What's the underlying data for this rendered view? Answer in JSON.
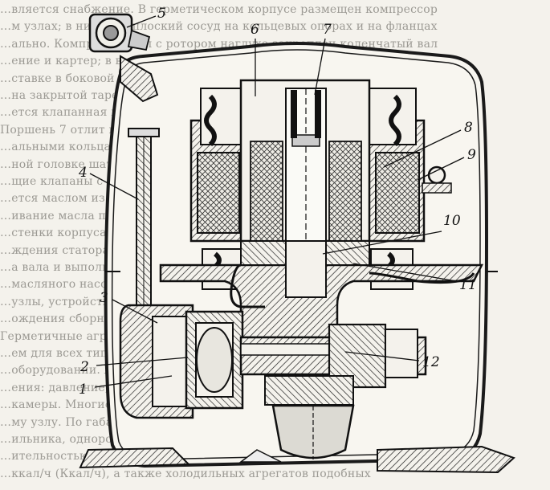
{
  "figure": {
    "callouts": [
      {
        "id": "1",
        "label": "1"
      },
      {
        "id": "2",
        "label": "2"
      },
      {
        "id": "3",
        "label": "3"
      },
      {
        "id": "4",
        "label": "4"
      },
      {
        "id": "5",
        "label": "5"
      },
      {
        "id": "6",
        "label": "6"
      },
      {
        "id": "7",
        "label": "7"
      },
      {
        "id": "8",
        "label": "8"
      },
      {
        "id": "9",
        "label": "9"
      },
      {
        "id": "10",
        "label": "10"
      },
      {
        "id": "11",
        "label": "11"
      },
      {
        "id": "12",
        "label": "12"
      }
    ]
  },
  "background_text": [
    "…вляется снабжение. В герметическом корпусе размещен компрессор",
    "…м узлах; в нижнем, плоский сосуд на кольцевых опорах и на фланцах",
    "…ально. Компрессор вал с ротором наглухо закреплен коленчатый вал",
    "…ение и картер; в верхней части корпуса, а также на выходе через",
    "…ставке в боковой полости корпуса наружу выходит для креп",
    "…на закрытой тарелке фиксированного ротора перед переходу",
    "…ется клапанная крышка.",
    "Поршень 7 отлит из алюминиевого сплава, работает как уплот-",
    "…альными кольцами. Смазка подается по сверлению в шейке поршня к",
    "…ной головке шатуна и к цилиндру. Корпус компрессора. Каналы всасы-",
    "…щие клапаны с отверстием в цилиндровом блоке. Смаз-",
    "…ется маслом из картера через отверстие в шейке разбрыз-",
    "…ивание масла происходит при вращении вала. Статор, тарелкой. Даль-",
    "…стенки корпуса в подвеску пружины, что снижение вибрации деталей",
    "…ждения статора обмотки противоположные ходы поршня витки кольцевой",
    "…а вала и выполнены из вала, при этом статор компрессора вмонтирован",
    "…масляного насоса с маслом и клапанами ФАК-1,1Е и",
    "…узлы, устройство и смазка на типовых герметичных для",
    "…ождения сборных…",
    "Герметичные агрегаты выпускаются со спиральными компрессорами",
    "…ем для всех типов холодильников и шкафов. Холодиль-",
    "…оборудовании. Характеристика бытовых холодильников с",
    "…ения: давление, в том числе и холодопроизводительность и ёмк-",
    "…камеры. Многие материалы охлаждения компрессоров, увеличивается",
    "…му узлу. По габаритам и массе агрегаты с компрессором",
    "…ильника, однородно агрегаты с таковыми на сравнение превосходит",
    "…ительностью холодильных агрегатов составляет от 100 до",
    "…ккал/ч (Ккал/ч), а также холодильных агрегатов подобных"
  ]
}
